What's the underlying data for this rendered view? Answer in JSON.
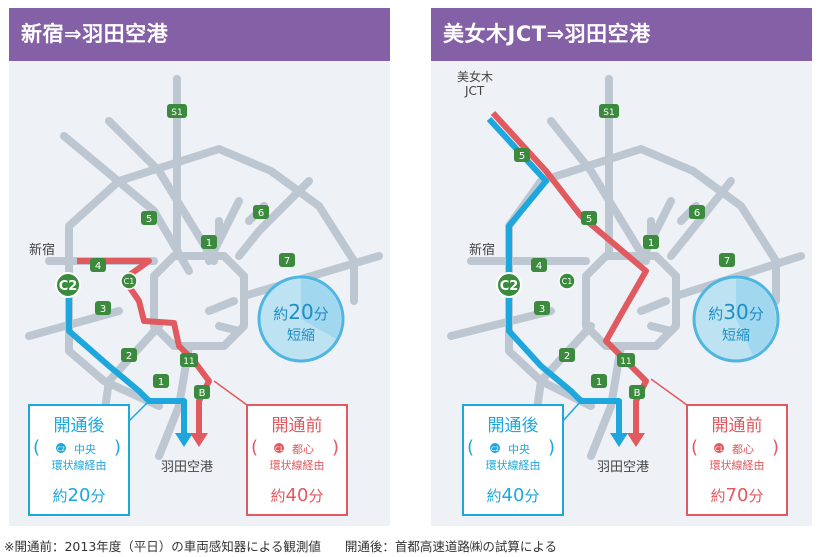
{
  "panels": [
    {
      "title": "新宿⇒羽田空港",
      "origin_label": "新宿",
      "dest_label": "羽田空港",
      "saving": {
        "prefix": "約",
        "value": "20",
        "unit": "分",
        "label": "短縮",
        "fraction": 0.333
      },
      "after": {
        "title": "開通後",
        "route_badge": "C2",
        "route_name": "中央",
        "route_line2": "環状線経由",
        "time_prefix": "約",
        "time_value": "20",
        "time_unit": "分"
      },
      "before": {
        "title": "開通前",
        "route_badge": "C1",
        "route_name": "都心",
        "route_line2": "環状線経由",
        "time_prefix": "約",
        "time_value": "40",
        "time_unit": "分"
      }
    },
    {
      "title": "美女木JCT⇒羽田空港",
      "origin_label_line1": "美女木",
      "origin_label_line2": "JCT",
      "waypoint_label": "新宿",
      "dest_label": "羽田空港",
      "saving": {
        "prefix": "約",
        "value": "30",
        "unit": "分",
        "label": "短縮",
        "fraction": 0.43
      },
      "after": {
        "title": "開通後",
        "route_badge": "C2",
        "route_name": "中央",
        "route_line2": "環状線経由",
        "time_prefix": "約",
        "time_value": "40",
        "time_unit": "分"
      },
      "before": {
        "title": "開通前",
        "route_badge": "C1",
        "route_name": "都心",
        "route_line2": "環状線経由",
        "time_prefix": "約",
        "time_value": "70",
        "time_unit": "分"
      }
    }
  ],
  "route_markers": [
    "S1",
    "5",
    "6",
    "1",
    "7",
    "4",
    "C1",
    "3",
    "2",
    "11",
    "1",
    "B",
    "C2"
  ],
  "colors": {
    "header": "#8460a6",
    "after": "#1ea7dc",
    "before": "#e05a5f",
    "road": "#bcc7d2",
    "marker": "#3b8a3e",
    "map_bg": "#eef1f6"
  },
  "footnote": {
    "before": "※開通前：2013年度（平日）の車両感知器による観測値",
    "after": "開通後：首都高速道路㈱の試算による"
  }
}
